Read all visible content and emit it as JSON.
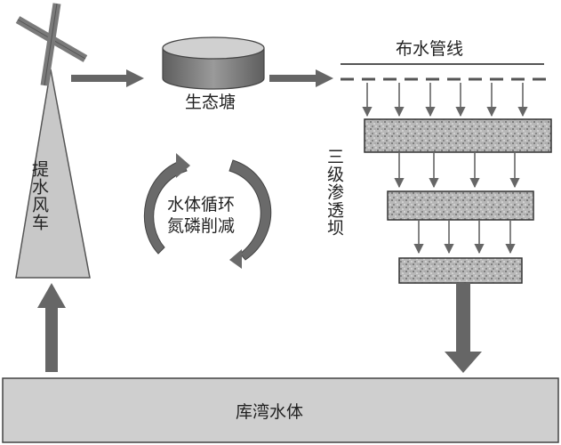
{
  "labels": {
    "windmill": "提水风车",
    "pond": "生态塘",
    "pipeline": "布水管线",
    "cycle_line1": "水体循环",
    "cycle_line2": "氮磷削减",
    "dam": "三级渗透坝",
    "reservoir": "库湾水体"
  },
  "colors": {
    "arrow": "#666666",
    "windmill_fill": "#c8c8c8",
    "pond_fill": "#7a7a7a",
    "dam_fill": "#b5b5b5",
    "reservoir_fill": "#cfcfcf",
    "outline": "#333333"
  }
}
